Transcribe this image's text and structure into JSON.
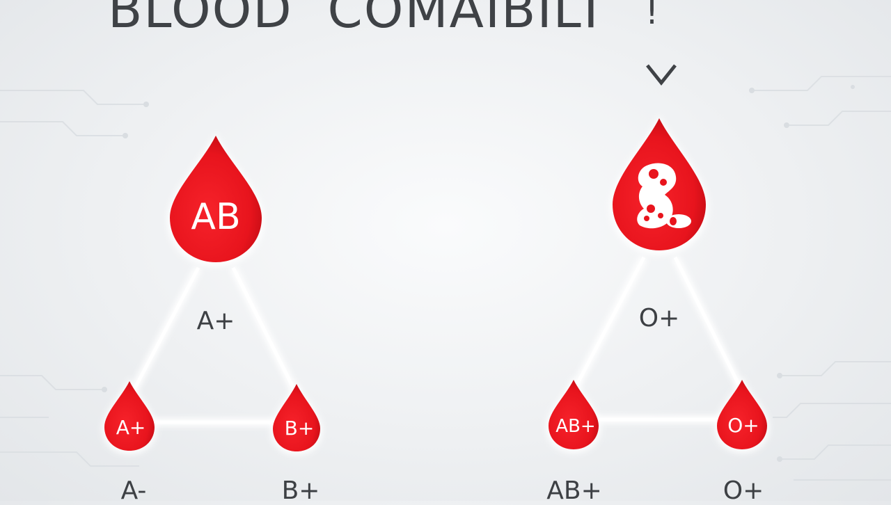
{
  "title": "BLOOD  COMAIBILT",
  "title_suffix": "!",
  "colors": {
    "drop_red": "#e8141d",
    "drop_red_dark": "#c10c14",
    "glow": "#ffffff",
    "label_text": "#3d4044",
    "title_text": "#3f4246"
  },
  "left_group": {
    "top_drop_label": "AB",
    "mid_label": "A+",
    "bottom_left_drop_label": "A+",
    "bottom_right_drop_label": "B+",
    "bottom_left_caption": "A-",
    "bottom_right_caption": "B+"
  },
  "right_group": {
    "top_drop_icon": "blood-cells-icon",
    "mid_label": "O+",
    "bottom_left_drop_label": "AB+",
    "bottom_right_drop_label": "O+",
    "bottom_left_caption": "AB+",
    "bottom_right_caption": "O+"
  }
}
